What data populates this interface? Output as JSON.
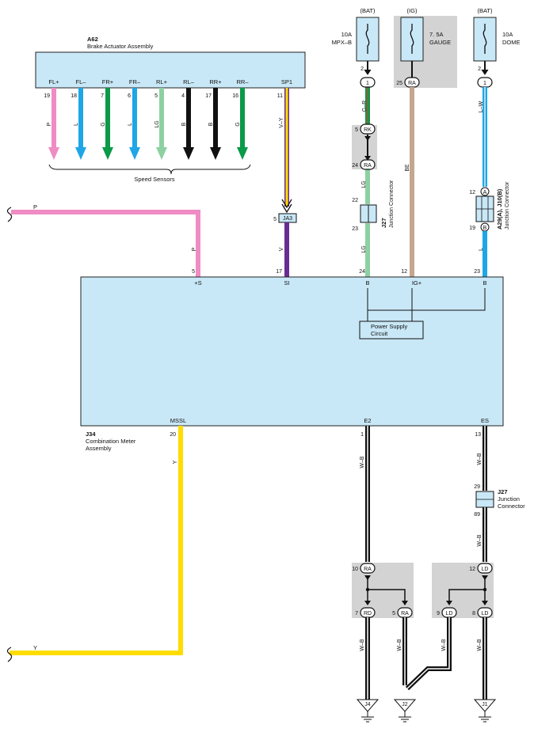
{
  "colors": {
    "box_fill": "#c9e8f7",
    "gray_fill": "#d3d3d3",
    "pink": "#ef8cc3",
    "blue": "#1ea6e6",
    "green": "#0a9a48",
    "light_green": "#8dd1a2",
    "black": "#111111",
    "yellow": "#ffdd00",
    "violet": "#6a2c91",
    "tan": "#c4a78e",
    "outline": "#222222"
  },
  "fuses": [
    {
      "source": "(BAT)",
      "name_line1": "10A",
      "name_line2": "MPX–B",
      "terminal": "2",
      "connector": "1"
    },
    {
      "source": "(IG)",
      "name_line1": "7. 5A",
      "name_line2": "GAUGE",
      "terminal": "",
      "connector": "RA",
      "pin": "25"
    },
    {
      "source": "(BAT)",
      "name_line1": "10A",
      "name_line2": "DOME",
      "terminal": "2",
      "connector": "1"
    }
  ],
  "a62": {
    "code": "A62",
    "name": "Brake Actuator Assembly",
    "terminals": [
      {
        "label": "FL+",
        "pin": "19",
        "wire": "P"
      },
      {
        "label": "FL–",
        "pin": "18",
        "wire": "L"
      },
      {
        "label": "FR+",
        "pin": "7",
        "wire": "G"
      },
      {
        "label": "FR–",
        "pin": "6",
        "wire": "L"
      },
      {
        "label": "RL+",
        "pin": "5",
        "wire": "LG"
      },
      {
        "label": "RL–",
        "pin": "4",
        "wire": "B"
      },
      {
        "label": "RR+",
        "pin": "17",
        "wire": "B"
      },
      {
        "label": "RR–",
        "pin": "16",
        "wire": "G"
      }
    ],
    "sp1": {
      "label": "SP1",
      "pin": "11",
      "wire": "V–Y"
    },
    "group_label": "Speed Sensors"
  },
  "ja3": {
    "pin": "5",
    "code": "JA3",
    "wire": "V",
    "meter_pin": "17"
  },
  "p_line": {
    "wire": "P",
    "meter_pin": "5"
  },
  "mid_wire": {
    "gr": "G–R",
    "rk_pin": "5",
    "rk": "RK",
    "ra_pin": "24",
    "ra": "RA",
    "lg_upper": "LG",
    "j27_in": "22",
    "j27_out": "23",
    "j27_code": "J27",
    "j27_name": "Junction Connector",
    "lg_lower": "LG",
    "meter_pin": "24"
  },
  "be_wire": {
    "wire": "BE",
    "meter_pin": "12"
  },
  "right_wire": {
    "lw": "L–W",
    "a_pin": "12",
    "a": "A",
    "b_pin": "19",
    "b": "B",
    "a29_code": "A29(A), J10(B)",
    "a29_name": "Junction Connector",
    "l": "L",
    "meter_pin": "23"
  },
  "meter": {
    "code": "J34",
    "name_line1": "Combination Meter",
    "name_line2": "Assembly",
    "terminals": {
      "s": "+S",
      "si": "SI",
      "b1": "B",
      "ig": "IG+",
      "b2": "B",
      "mssl": "MSSL",
      "e2": "E2",
      "es": "ES"
    },
    "power_line1": "Power Supply",
    "power_line2": "Circuit"
  },
  "mssl_wire": {
    "pin": "20",
    "wire": "Y",
    "out_wire": "Y"
  },
  "e2_wire": {
    "pin": "1",
    "wire": "W–B"
  },
  "es_wire": {
    "pin": "13",
    "wire": "W–B",
    "j27_in": "29",
    "j27_out": "89",
    "j27_code": "J27",
    "j27_name_line1": "Junction",
    "j27_name_line2": "Connector",
    "wire2": "W–B"
  },
  "ra_block": {
    "in_pin": "10",
    "in": "RA",
    "out1_pin": "7",
    "out1": "RD",
    "out2_pin": "5",
    "out2": "RA"
  },
  "ld_block": {
    "in_pin": "12",
    "in": "LD",
    "out1_pin": "9",
    "out1": "LD",
    "out2_pin": "8",
    "out2": "LD"
  },
  "grounds": [
    {
      "code": "J4",
      "wire": "W–B"
    },
    {
      "code": "J2",
      "wire": "W–B"
    },
    {
      "code": "J2",
      "wire": "W–B"
    },
    {
      "code": "J1",
      "wire": "W–B"
    }
  ]
}
